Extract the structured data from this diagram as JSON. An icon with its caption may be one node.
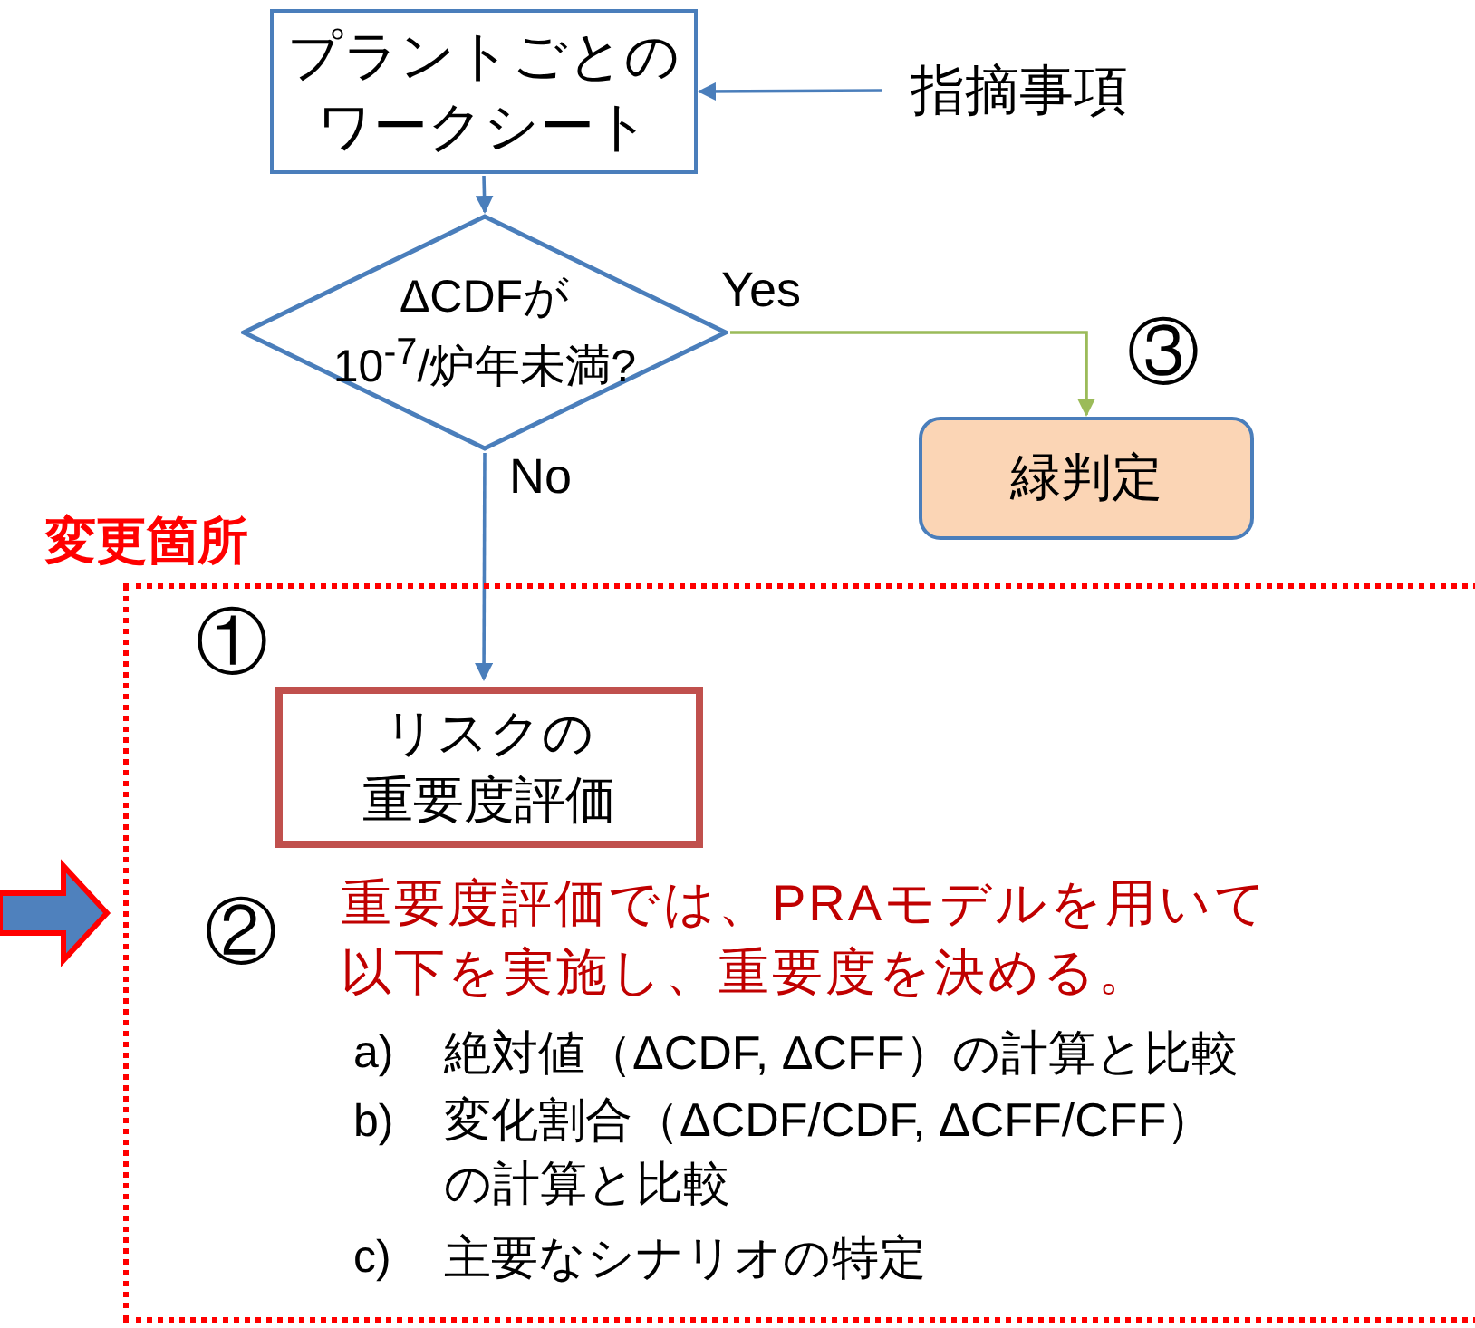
{
  "diagram": {
    "nodes": [
      {
        "text": [
          "プラントごとのワークシート"
        ]
      },
      {
        "text": [
          "指摘事項"
        ]
      },
      {
        "text": [
          "ΔCDFが10$^{-7}$/炉年未満?"
        ]
      },
      {
        "text": [
          "緑判定"
        ]
      },
      {
        "text": [
          "変更箇所"
        ]
      },
      {
        "text": [
          "リスクの重要度評価"
        ],
        "in": 4
      }
    ],
    "edges": [
      {
        "from": 1,
        "to": 0,
        "arrow": "to"
      },
      {
        "from": 0,
        "to": 2,
        "arrow": "to"
      },
      {
        "from": 2,
        "to": 3,
        "arrow": "to",
        "label": "Yes",
        "color": "#9bbb59"
      },
      {
        "from": 2,
        "to": 5,
        "arrow": "to",
        "label": "No"
      },
      {
        "from": null,
        "to": 4,
        "arrow": "to",
        "style": "thick"
      }
    ],
    "labels": [
      "③",
      "①",
      "②",
      "重要度評価では、PRAモデルを用いて以下を実施し、重要度を決める。",
      "a)",
      "絶対値（ΔCDF, ΔCFF）の計算と比較",
      "b)",
      "変化割合（ΔCDF/CDF, ΔCFF/CFF）の計算と比較",
      "c)",
      "主要なシナリオの特定"
    ]
  }
}
